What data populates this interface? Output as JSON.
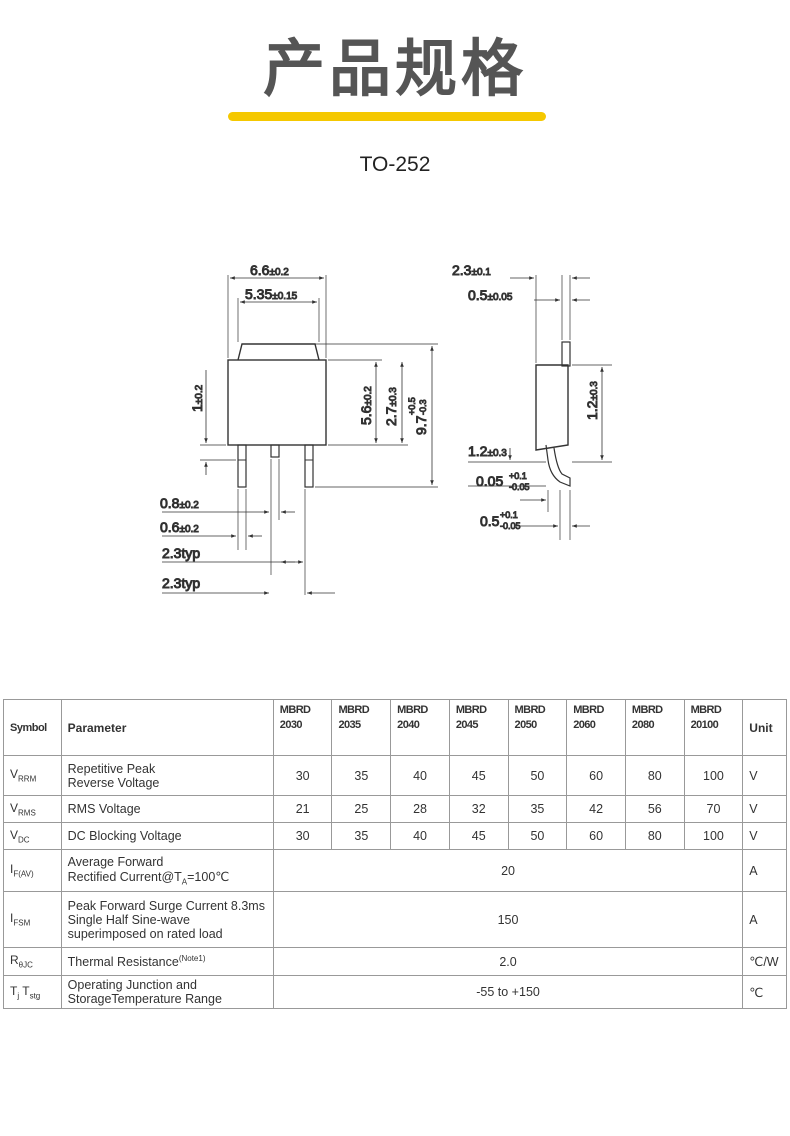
{
  "header": {
    "title": "产品规格",
    "package": "TO-252"
  },
  "drawing": {
    "dim_width_body": "6.6",
    "dim_width_body_tol": "±0.2",
    "dim_width_tab": "5.35",
    "dim_width_tab_tol": "±0.15",
    "dim_tab_height": "1",
    "dim_tab_height_tol": "±0.2",
    "dim_body_height": "5.6",
    "dim_body_height_tol": "±0.2",
    "dim_body_plus_lead": "2.7",
    "dim_body_plus_lead_tol": "±0.3",
    "dim_total_height": "9.7",
    "dim_total_height_tol_up": "+0.5",
    "dim_total_height_tol_dn": "-0.3",
    "dim_lead_width": "0.8",
    "dim_lead_width_tol": "±0.2",
    "dim_lead_thick": "0.6",
    "dim_lead_thick_tol": "±0.2",
    "dim_pitch1": "2.3typ",
    "dim_pitch2": "2.3typ",
    "side_thickness": "2.3",
    "side_thickness_tol": "±0.1",
    "side_tab_thick": "0.5",
    "side_tab_thick_tol": "±0.05",
    "side_height": "1.2",
    "side_height_tol": "±0.3",
    "side_foot": "1.2",
    "side_foot_tol": "±0.3",
    "side_standoff": "0.05",
    "side_standoff_tol_up": "+0.1",
    "side_standoff_tol_dn": "-0.05",
    "side_lead": "0.5",
    "side_lead_tol_up": "+0.1",
    "side_lead_tol_dn": "-0.05"
  },
  "table": {
    "col_symbol": "Symbol",
    "col_parameter": "Parameter",
    "col_unit": "Unit",
    "models": [
      {
        "l1": "MBRD",
        "l2": "2030"
      },
      {
        "l1": "MBRD",
        "l2": "2035"
      },
      {
        "l1": "MBRD",
        "l2": "2040"
      },
      {
        "l1": "MBRD",
        "l2": "2045"
      },
      {
        "l1": "MBRD",
        "l2": "2050"
      },
      {
        "l1": "MBRD",
        "l2": "2060"
      },
      {
        "l1": "MBRD",
        "l2": "2080"
      },
      {
        "l1": "MBRD",
        "l2": "20100"
      }
    ],
    "rows": [
      {
        "sym": "V",
        "sub": "RRM",
        "param1": "Repetitive Peak",
        "param2": "Reverse Voltage",
        "vals": [
          "30",
          "35",
          "40",
          "45",
          "50",
          "60",
          "80",
          "100"
        ],
        "unit": "V"
      },
      {
        "sym": "V",
        "sub": "RMS",
        "param1": "RMS Voltage",
        "vals": [
          "21",
          "25",
          "28",
          "32",
          "35",
          "42",
          "56",
          "70"
        ],
        "unit": "V"
      },
      {
        "sym": "V",
        "sub": "DC",
        "param1": "DC Blocking Voltage",
        "vals": [
          "30",
          "35",
          "40",
          "45",
          "50",
          "60",
          "80",
          "100"
        ],
        "unit": "V"
      },
      {
        "sym": "I",
        "sub": "F(AV)",
        "param1": "Average Forward",
        "param2a": "Rectified Current@T",
        "param2sub": "A",
        "param2b": "=100℃",
        "value": "20",
        "unit": "A"
      },
      {
        "sym": "I",
        "sub": "FSM",
        "param1": "Peak Forward Surge Current 8.3ms",
        "param2": "Single Half Sine-wave",
        "param3": "superimposed on rated load",
        "value": "150",
        "unit": "A"
      },
      {
        "sym": "R",
        "sub": "θJC",
        "param1": "Thermal Resistance",
        "note": "(Note1)",
        "value": "2.0",
        "unit": "℃/W"
      },
      {
        "sym": "T",
        "sub": "j",
        "sym2": " T",
        "sub2": "stg",
        "param1": "Operating Junction and",
        "param2": "StorageTemperature Range",
        "value": "-55 to +150",
        "unit": "℃"
      }
    ]
  }
}
